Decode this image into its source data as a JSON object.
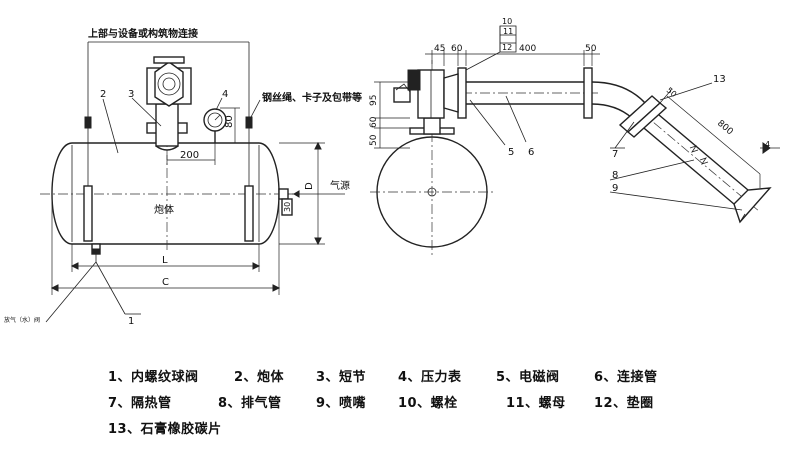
{
  "labels": {
    "top_connection": "上部与设备或构筑物连接",
    "wire_rope": "钢丝绳、卡子及包带等",
    "gas_source": "气源",
    "body": "炮体",
    "drain": "放气（水）阀",
    "dim_200": "200",
    "dim_80": "80",
    "dim_D": "D",
    "dim_30": "30",
    "dim_L": "L",
    "dim_C": "C",
    "dim_45": "45",
    "dim_60": "60",
    "dim_400": "400",
    "dim_50_top": "50",
    "dim_95": "95",
    "dim_50_side": "50",
    "dim_60_side": "60",
    "dim_50_diag": "50",
    "dim_800": "800",
    "dim_4": "4"
  },
  "callouts": {
    "c1": "1",
    "c2": "2",
    "c3": "3",
    "c4": "4",
    "c5": "5",
    "c6": "6",
    "c7": "7",
    "c8": "8",
    "c9": "9",
    "c10": "10",
    "c11": "11",
    "c12": "12",
    "c13": "13"
  },
  "legend": {
    "row1": [
      "1、内螺纹球阀",
      "2、炮体",
      "3、短节",
      "4、压力表",
      "5、电磁阀",
      "6、连接管"
    ],
    "row2": [
      "7、隔热管",
      "8、排气管",
      "9、喷嘴",
      "10、螺栓",
      "11、螺母",
      "12、垫圈"
    ],
    "row3": [
      "13、石膏橡胶碳片"
    ]
  }
}
